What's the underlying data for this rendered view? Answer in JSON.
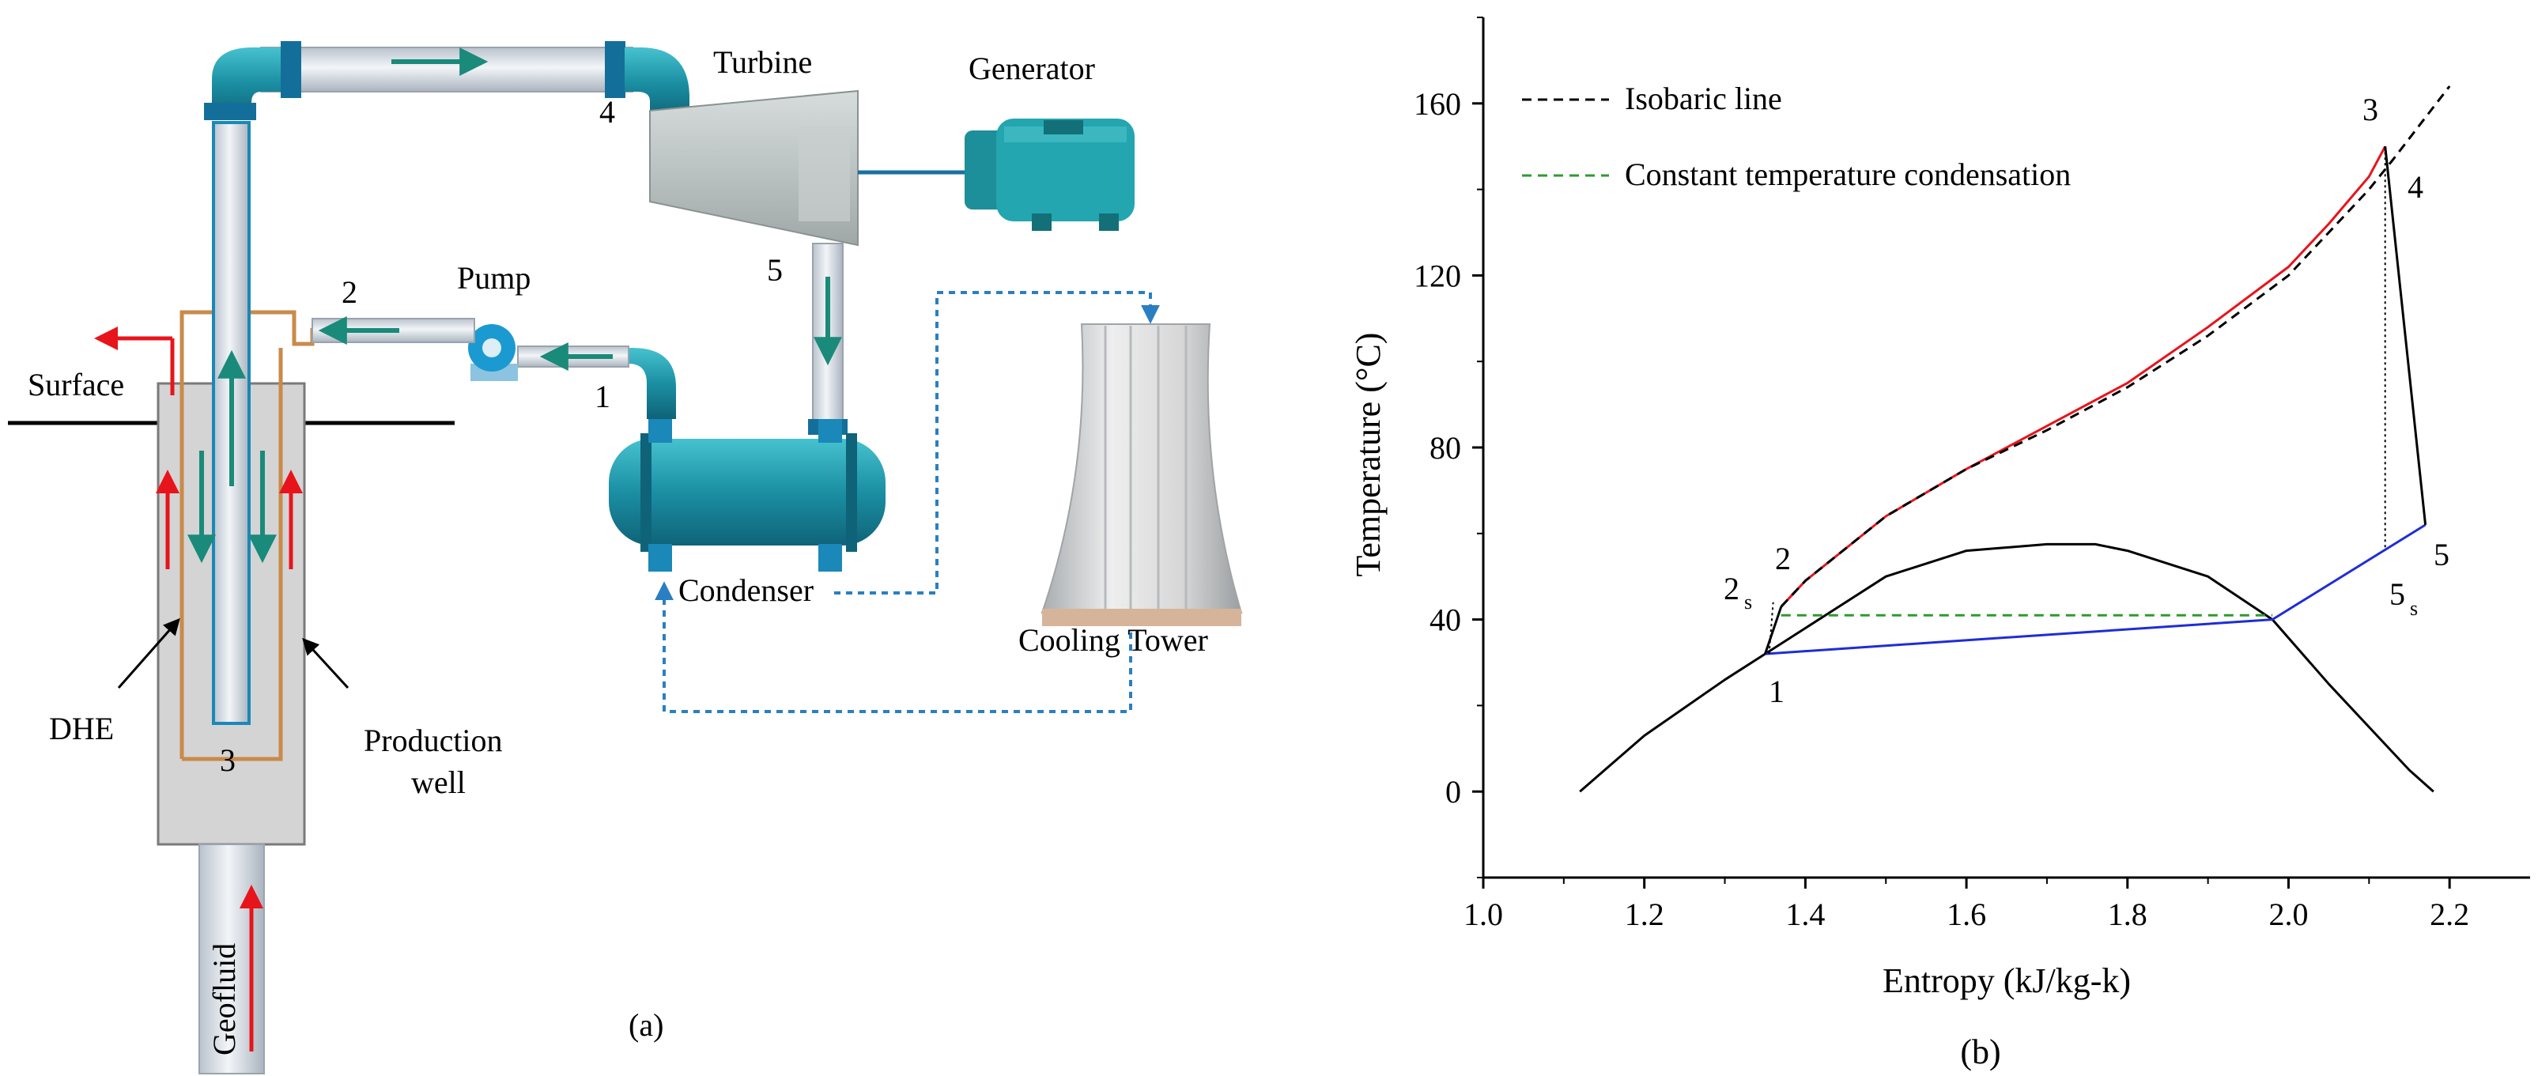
{
  "panel_a": {
    "caption": "(a)",
    "labels": {
      "turbine": "Turbine",
      "generator": "Generator",
      "pump": "Pump",
      "condenser": "Condenser",
      "cooling_tower": "Cooling Tower",
      "surface": "Surface",
      "dhe": "DHE",
      "production_well_line1": "Production",
      "production_well_line2": "well",
      "geofluid": "Geofluid"
    },
    "state_points": {
      "p1": "1",
      "p2": "2",
      "p3": "3",
      "p4": "4",
      "p5": "5"
    },
    "colors": {
      "pipe": "#dde3ea",
      "pipe_joint": "#1a88b8",
      "flow_arrow": "#1a8a7a",
      "hot_arrow": "#e8141b",
      "well_casing": "#c98a4a",
      "well_fill": "#d4d4d4",
      "turbine": "#bcc3c3",
      "generator": "#23a6b0",
      "condenser": "#1f8fa6",
      "coolant_loop": "#2a7fc2",
      "tower": "#e0e0e0"
    }
  },
  "panel_b": {
    "caption": "(b)",
    "legend": {
      "isobaric": "Isobaric line",
      "condensation": "Constant temperature condensation"
    },
    "state_labels": {
      "p1": "1",
      "p2": "2",
      "p2s": "2",
      "p2s_sub": "s",
      "p3": "3",
      "p4": "4",
      "p5": "5",
      "p5s": "5",
      "p5s_sub": "s"
    },
    "colors": {
      "saturation": "#000000",
      "heating": "#e8141b",
      "cooling": "#1f2dd6",
      "isobaric": "#000000",
      "condensation": "#2f9a2f"
    }
  },
  "chart_data": {
    "type": "line",
    "title": "",
    "xlabel": "Entropy (kJ/kg-k)",
    "ylabel": "Temperature (°C)",
    "xlim": [
      1.0,
      2.3
    ],
    "ylim": [
      -20,
      180
    ],
    "x_ticks": [
      "1.0",
      "1.2",
      "1.4",
      "1.6",
      "1.8",
      "2.0",
      "2.2"
    ],
    "y_ticks": [
      "0",
      "40",
      "80",
      "120",
      "160"
    ],
    "grid": false,
    "legend_position": "top-left",
    "series": [
      {
        "role": "saturation_dome",
        "x": [
          1.12,
          1.2,
          1.3,
          1.35,
          1.4,
          1.5,
          1.6,
          1.7,
          1.76,
          1.8,
          1.9,
          1.98,
          2.05,
          2.1,
          2.15,
          2.18
        ],
        "y": [
          0,
          13,
          26,
          32,
          38,
          50,
          56,
          57.5,
          57.5,
          56,
          50,
          40,
          25,
          15,
          5,
          0
        ]
      },
      {
        "role": "heating_red",
        "x": [
          1.37,
          1.4,
          1.5,
          1.6,
          1.7,
          1.8,
          1.9,
          2.0,
          2.05,
          2.1,
          2.12
        ],
        "y": [
          43,
          49,
          64,
          75,
          85,
          95,
          108,
          122,
          132,
          143,
          150
        ]
      },
      {
        "role": "cooling_blue",
        "x": [
          2.17,
          1.98,
          1.35
        ],
        "y": [
          62,
          40,
          32
        ]
      },
      {
        "name": "Isobaric line",
        "x": [
          1.37,
          1.4,
          1.5,
          1.6,
          1.7,
          1.8,
          1.9,
          2.0,
          2.1,
          2.13,
          2.2
        ],
        "y": [
          43,
          49,
          64,
          75,
          84,
          94,
          106,
          120,
          140,
          147,
          164
        ]
      },
      {
        "name": "Constant temperature condensation",
        "x": [
          1.37,
          1.98
        ],
        "y": [
          41,
          41
        ]
      },
      {
        "role": "expansion",
        "x": [
          2.12,
          2.17
        ],
        "y": [
          150,
          62
        ]
      },
      {
        "role": "pump",
        "x": [
          1.35,
          1.37
        ],
        "y": [
          32,
          43
        ]
      }
    ],
    "annotations": [
      {
        "text": "1",
        "x": 1.35,
        "y": 32
      },
      {
        "text": "2",
        "x": 1.37,
        "y": 43
      },
      {
        "text": "2s",
        "x": 1.36,
        "y": 42
      },
      {
        "text": "3",
        "x": 2.12,
        "y": 150
      },
      {
        "text": "4",
        "x": 2.12,
        "y": 144
      },
      {
        "text": "5",
        "x": 2.17,
        "y": 62
      },
      {
        "text": "5s",
        "x": 2.12,
        "y": 57
      }
    ]
  }
}
